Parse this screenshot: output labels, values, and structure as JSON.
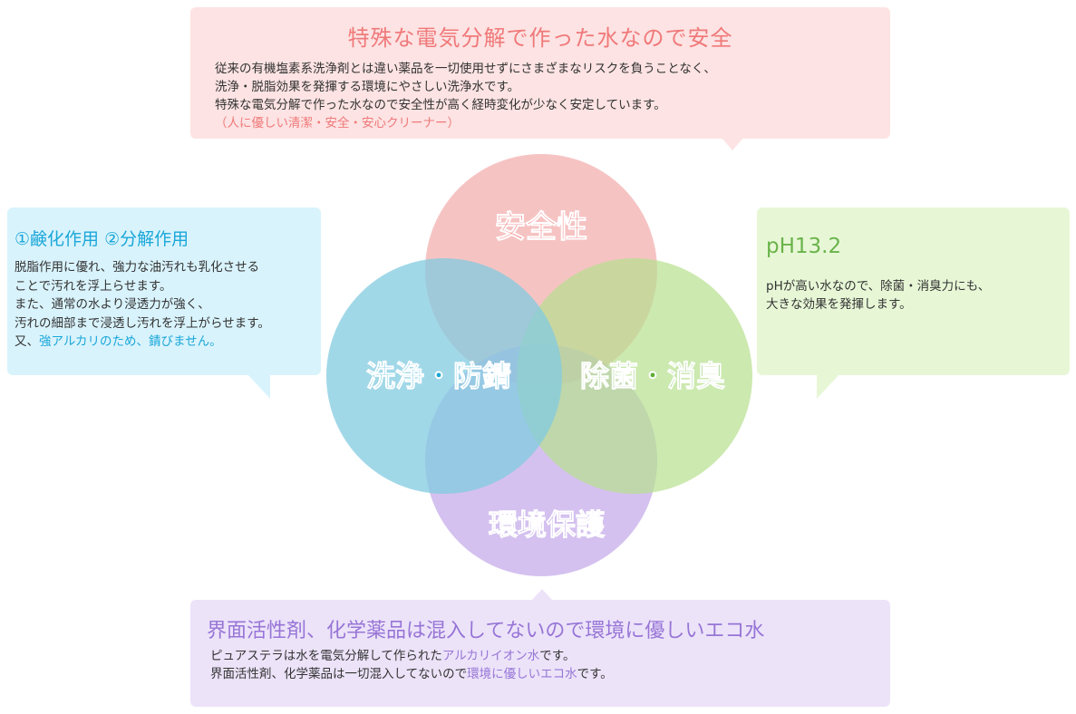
{
  "top_box": {
    "title": "特殊な電気分解で作った水なので安全",
    "lines": [
      "従来の有機塩素系洗浄剤とは違い薬品を一切使用せずにさまざまなリスクを負うことなく、",
      "洗浄・脱脂効果を発揮する環境にやさしい洗浄水です。",
      "特殊な電気分解で作った水なので安全性が高く経時変化が少なく安定しています。"
    ],
    "tagline": "（人に優しい清潔・安全・安心クリーナー）"
  },
  "left_box": {
    "title": "①鹸化作用 ②分解作用",
    "lines": [
      "脱脂作用に優れ、強力な油汚れも乳化させる",
      "ことで汚れを浮上らせます。",
      "また、通常の水より浸透力が強く、",
      "汚れの細部まで浸透し汚れを浮上がらせます。"
    ],
    "last_line_prefix": "又、",
    "last_line_hl1": "強アルカリのため、",
    "last_line_hl2": "錆びません。"
  },
  "right_box": {
    "title": "pH13.2",
    "lines": [
      "pHが高い水なので、除菌・消臭力にも、",
      "大きな効果を発揮します。"
    ]
  },
  "bottom_box": {
    "title": "界面活性剤、化学薬品は混入してないので環境に優しいエコ水",
    "line1_a": "ピュアステラは水を電気分解して作られた",
    "line1_hl": "アルカリイオン水",
    "line1_b": "です。",
    "line2_a": "界面活性剤、化学薬品は一切混入してないので",
    "line2_hl": "環境に優しいエコ水",
    "line2_b": "です。"
  },
  "circles": {
    "top_label": "安全性",
    "left_label": "洗浄・防錆",
    "right_label": "除菌・消臭",
    "bottom_label": "環境保護"
  },
  "colors": {
    "pink": "#f0797a",
    "cyan": "#1aa7d9",
    "green": "#6ab34a",
    "purple": "#9775d6"
  }
}
